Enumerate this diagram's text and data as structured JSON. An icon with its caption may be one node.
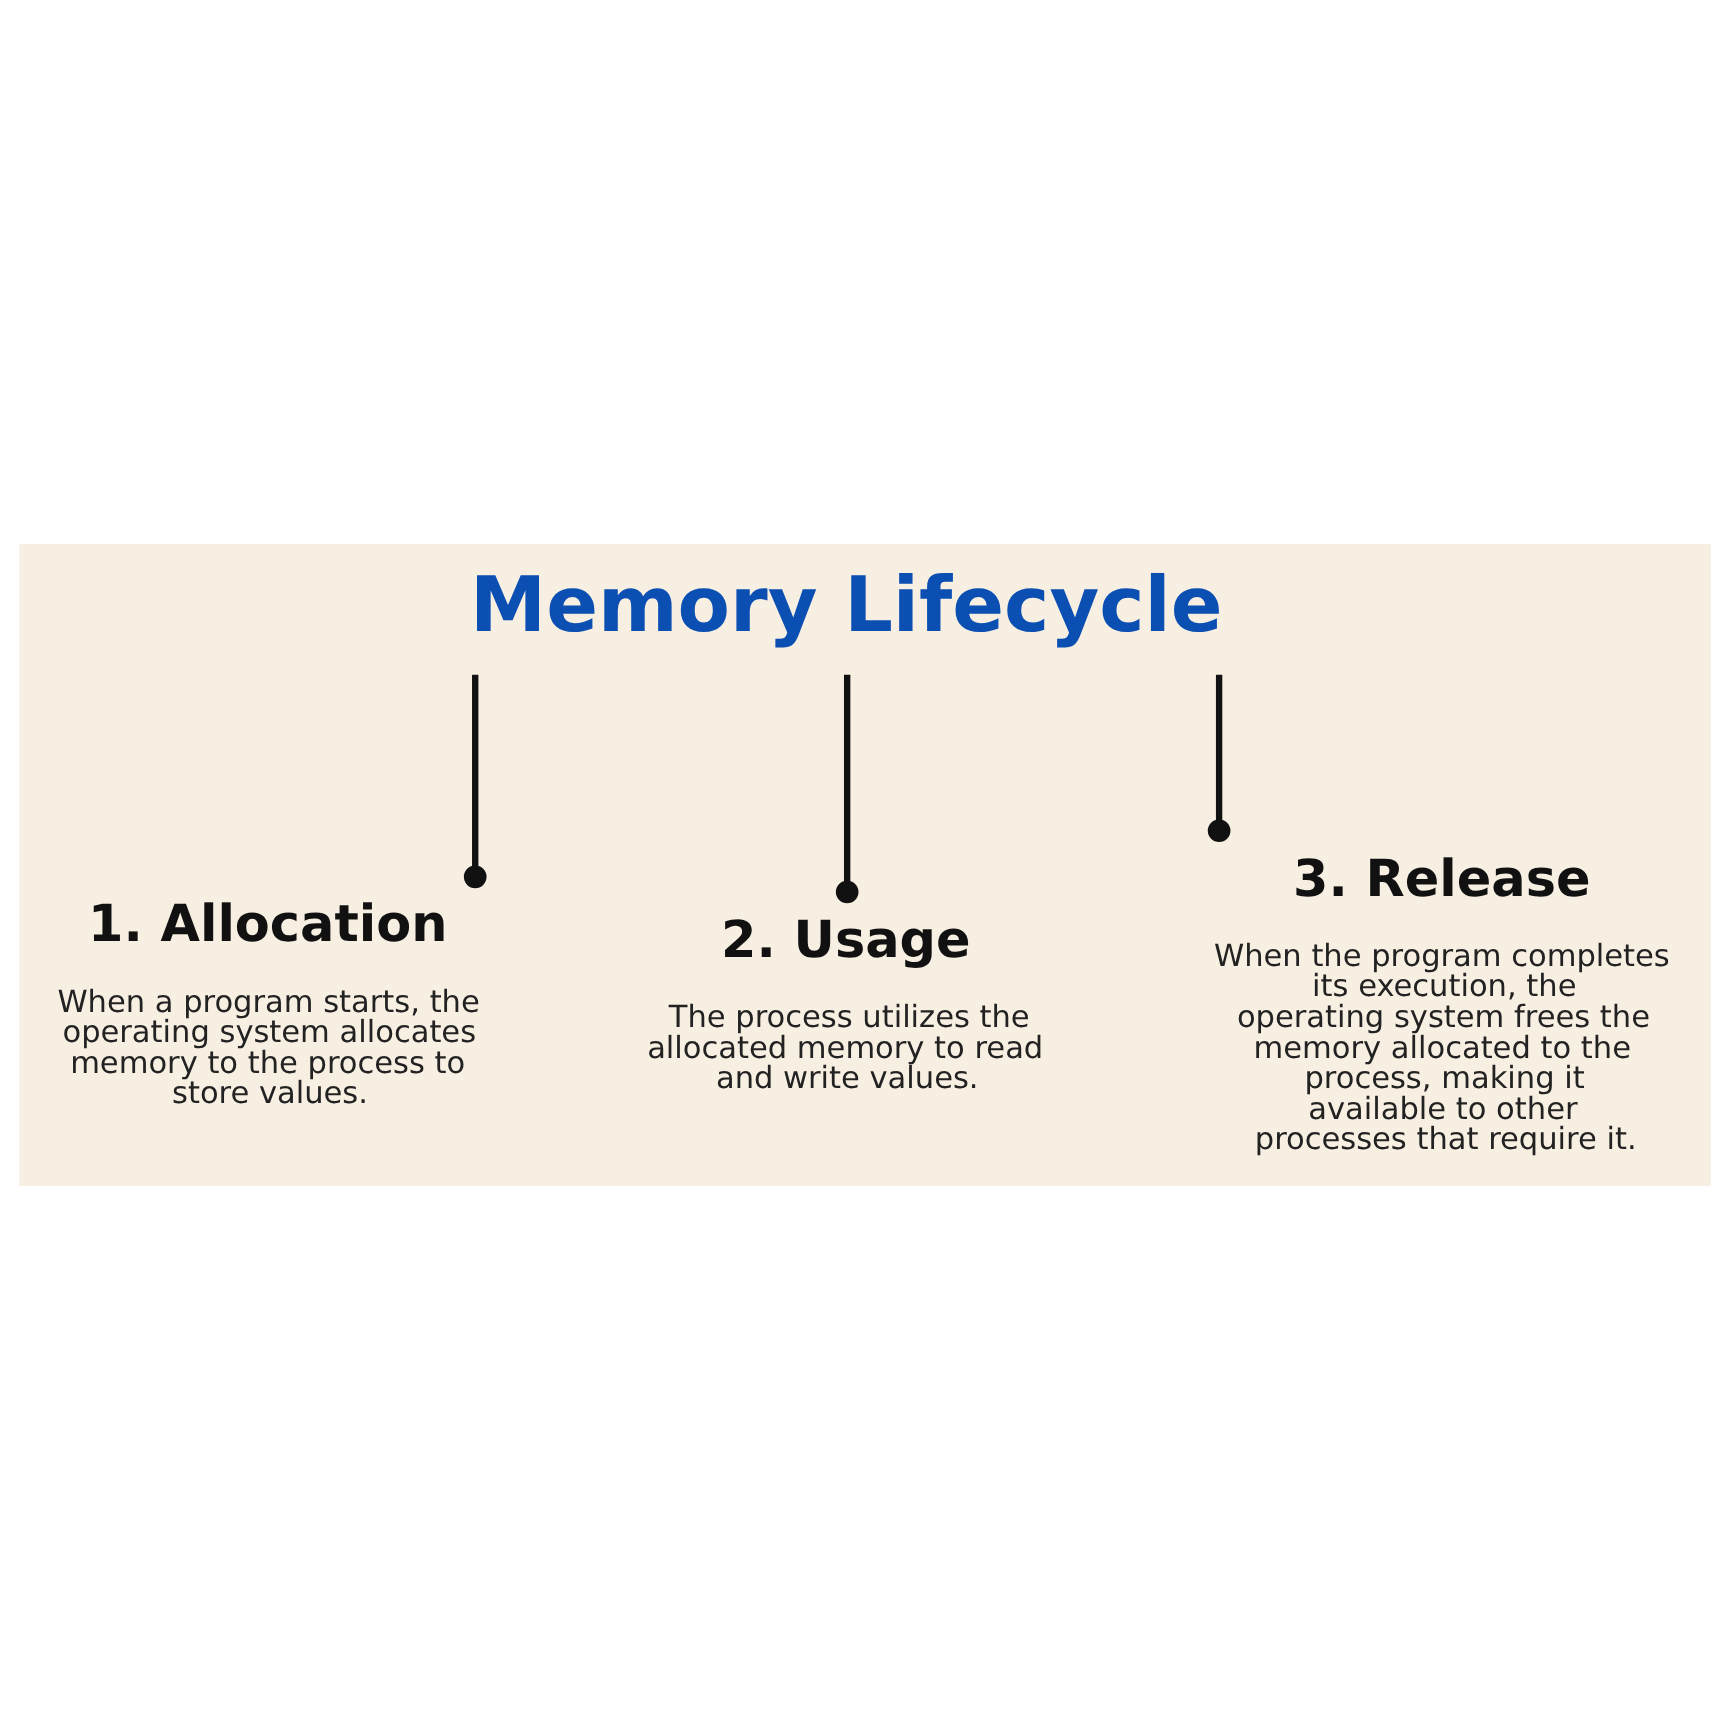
{
  "diagram": {
    "nodes": [
      {
        "text": [
          "Memory Lifecycle"
        ]
      },
      {
        "text": [
          "1. Allocation",
          "When a program starts, the operating system allocates memory to the process to store values."
        ]
      },
      {
        "text": [
          "2. Usage",
          "The process utilizes the allocated memory to read and write values."
        ]
      },
      {
        "text": [
          "3. Release",
          "When the program completes its execution, the operating system frees the memory allocated to the process, making it available to other processes that require it."
        ]
      }
    ],
    "edges": [
      {
        "from": 0,
        "to": 1,
        "arrow": "other"
      },
      {
        "from": 0,
        "to": 2,
        "arrow": "other"
      },
      {
        "from": 0,
        "to": 3,
        "arrow": "other"
      }
    ]
  }
}
